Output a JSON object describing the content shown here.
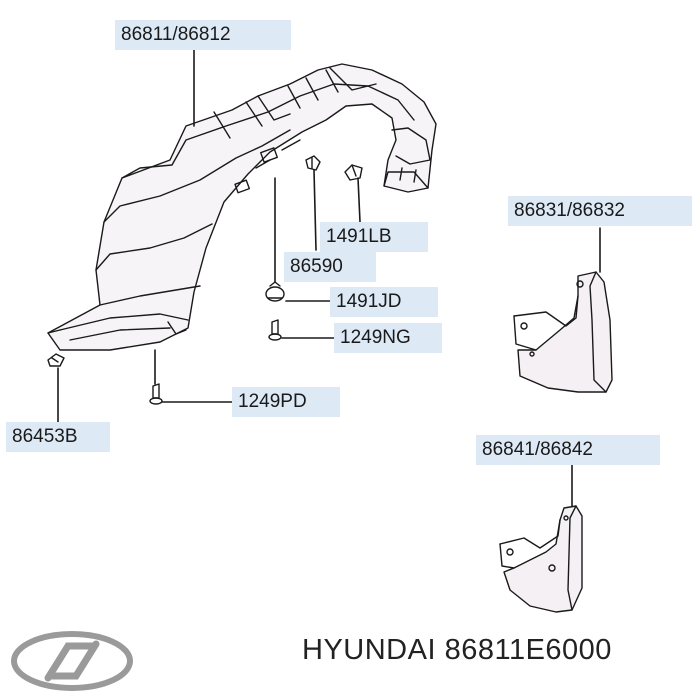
{
  "labels": {
    "liner_main": "86811/86812",
    "clip_lb": "1491LB",
    "retainer_86590": "86590",
    "clip_jd": "1491JD",
    "screw_ng": "1249NG",
    "screw_pd": "1249PD",
    "clip_86453b": "86453B",
    "mudguard_front": "86831/86832",
    "mudguard_rear": "86841/86842"
  },
  "footer": {
    "brand": "HYUNDAI",
    "part_number": "86811E6000"
  },
  "colors": {
    "label_bg": "#dde9f5",
    "ink": "#1a1a1a",
    "shade": "#f4f0f4"
  }
}
